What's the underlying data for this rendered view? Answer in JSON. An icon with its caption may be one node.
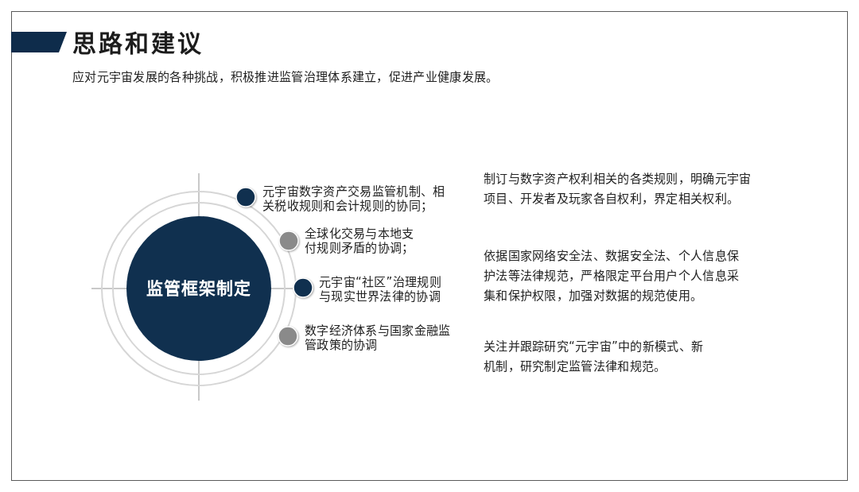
{
  "diagram": {
    "title": "思路和建议",
    "nodes": [
      {
        "text": [
          "监管框架制定"
        ]
      },
      {
        "text": [],
        "shape": "circle",
        "beside": [
          "元宇宙数字资产交易监管机制、相关税收规则和会计规则的协同；"
        ]
      },
      {
        "text": [],
        "shape": "circle",
        "beside": [
          "全球化交易与本地支付规则矛盾的协调；"
        ]
      },
      {
        "text": [],
        "shape": "circle",
        "beside": [
          "元宇宙“社区”治理规则与现实世界法律的协调"
        ]
      },
      {
        "text": [],
        "shape": "circle",
        "beside": [
          "数字经济体系与国家金融监管政策的协调"
        ]
      }
    ],
    "labels": [
      "应对元宇宙发展的各种挑战，积极推进监管治理体系建立，促进产业健康发展。",
      "制订与数字资产权利相关的各类规则，明确元宇宙项目、开发者及玩家各自权利，界定相关权利。",
      "依据国家网络安全法、数据安全法、个人信息保护法等法律规范，严格限定平台用户个人信息采集和保护权限，加强对数据的规范使用。",
      "关注并跟踪研究“元宇宙”中的新模式、新机制，研究制定监管法律和规范。"
    ]
  }
}
